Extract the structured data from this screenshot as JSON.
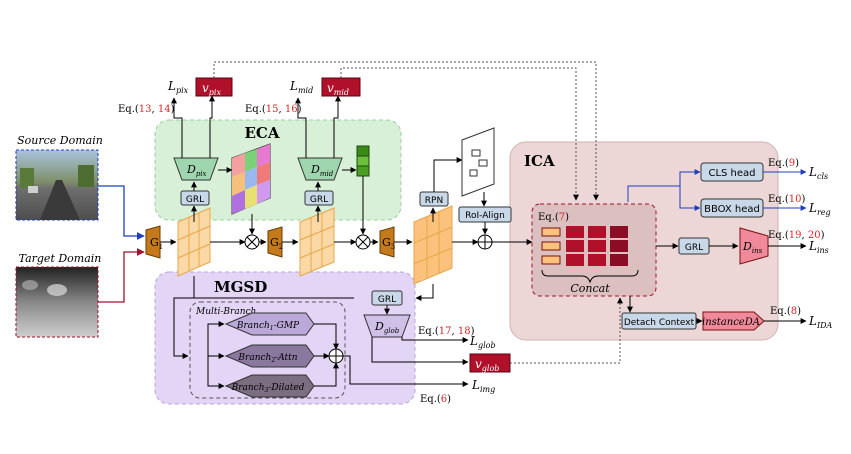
{
  "inputs": {
    "source_label": "Source Domain",
    "target_label": "Target Domain"
  },
  "regions": {
    "eca": "ECA",
    "mgsd": "MGSD",
    "ica": "ICA",
    "multi_branch": "Multi-Branch"
  },
  "blocks": {
    "g1": "G",
    "g1_sub": "1",
    "g2": "G",
    "g2_sub": "2",
    "g3": "G",
    "g3_sub": "3",
    "grl": "GRL",
    "rpn": "RPN",
    "roi_align": "RoI-Align",
    "cls_head": "CLS head",
    "bbox_head": "BBOX head",
    "detach_context": "Detach Context",
    "instance_da": "instanceDA",
    "concat": "Concat"
  },
  "discriminators": {
    "d_pix": "D",
    "d_pix_sub": "pix",
    "d_mid": "D",
    "d_mid_sub": "mid",
    "d_glob": "D",
    "d_glob_sub": "glob",
    "d_ins": "D",
    "d_ins_sub": "ins"
  },
  "vectors": {
    "v_pix": "v",
    "v_pix_sub": "pix",
    "v_mid": "v",
    "v_mid_sub": "mid",
    "v_glob": "v",
    "v_glob_sub": "glob"
  },
  "branches": {
    "b1": "Branch",
    "b1_sub": "1",
    "b1_suffix": "-GMP",
    "b2": "Branch",
    "b2_sub": "2",
    "b2_suffix": "-Attn",
    "b3": "Branch",
    "b3_sub": "3",
    "b3_suffix": "-Dilated"
  },
  "losses": {
    "l_pix": "L",
    "l_pix_sub": "pix",
    "l_mid": "L",
    "l_mid_sub": "mid",
    "l_glob": "L",
    "l_glob_sub": "glob",
    "l_img": "L",
    "l_img_sub": "img",
    "l_cls": "L",
    "l_cls_sub": "cls",
    "l_reg": "L",
    "l_reg_sub": "reg",
    "l_ins": "L",
    "l_ins_sub": "ins",
    "l_ida": "L",
    "l_ida_sub": "IDA"
  },
  "equations": {
    "eq_prefix": "Eq.(",
    "eq_close": ")",
    "eq_sep": ", ",
    "pix_a": "13",
    "pix_b": "14",
    "mid_a": "15",
    "mid_b": "16",
    "glob_a": "17",
    "glob_b": "18",
    "img": "6",
    "concat": "7",
    "cls": "9",
    "reg": "10",
    "ins_a": "19",
    "ins_b": "20",
    "ida": "8"
  },
  "colors": {
    "eca_region": "#d8f0d8",
    "mgsd_region": "#e3d5f5",
    "ica_region": "#ecd6d6",
    "generator": "#c47a1a",
    "discriminator": "#9fd6b0",
    "vector": "#b0102a",
    "feature_map": "#fbd9a6",
    "grl": "#c8d8e8",
    "equation_ref": "#d62828",
    "source_arrow": "#1f3fbf",
    "target_arrow": "#a0142c"
  }
}
